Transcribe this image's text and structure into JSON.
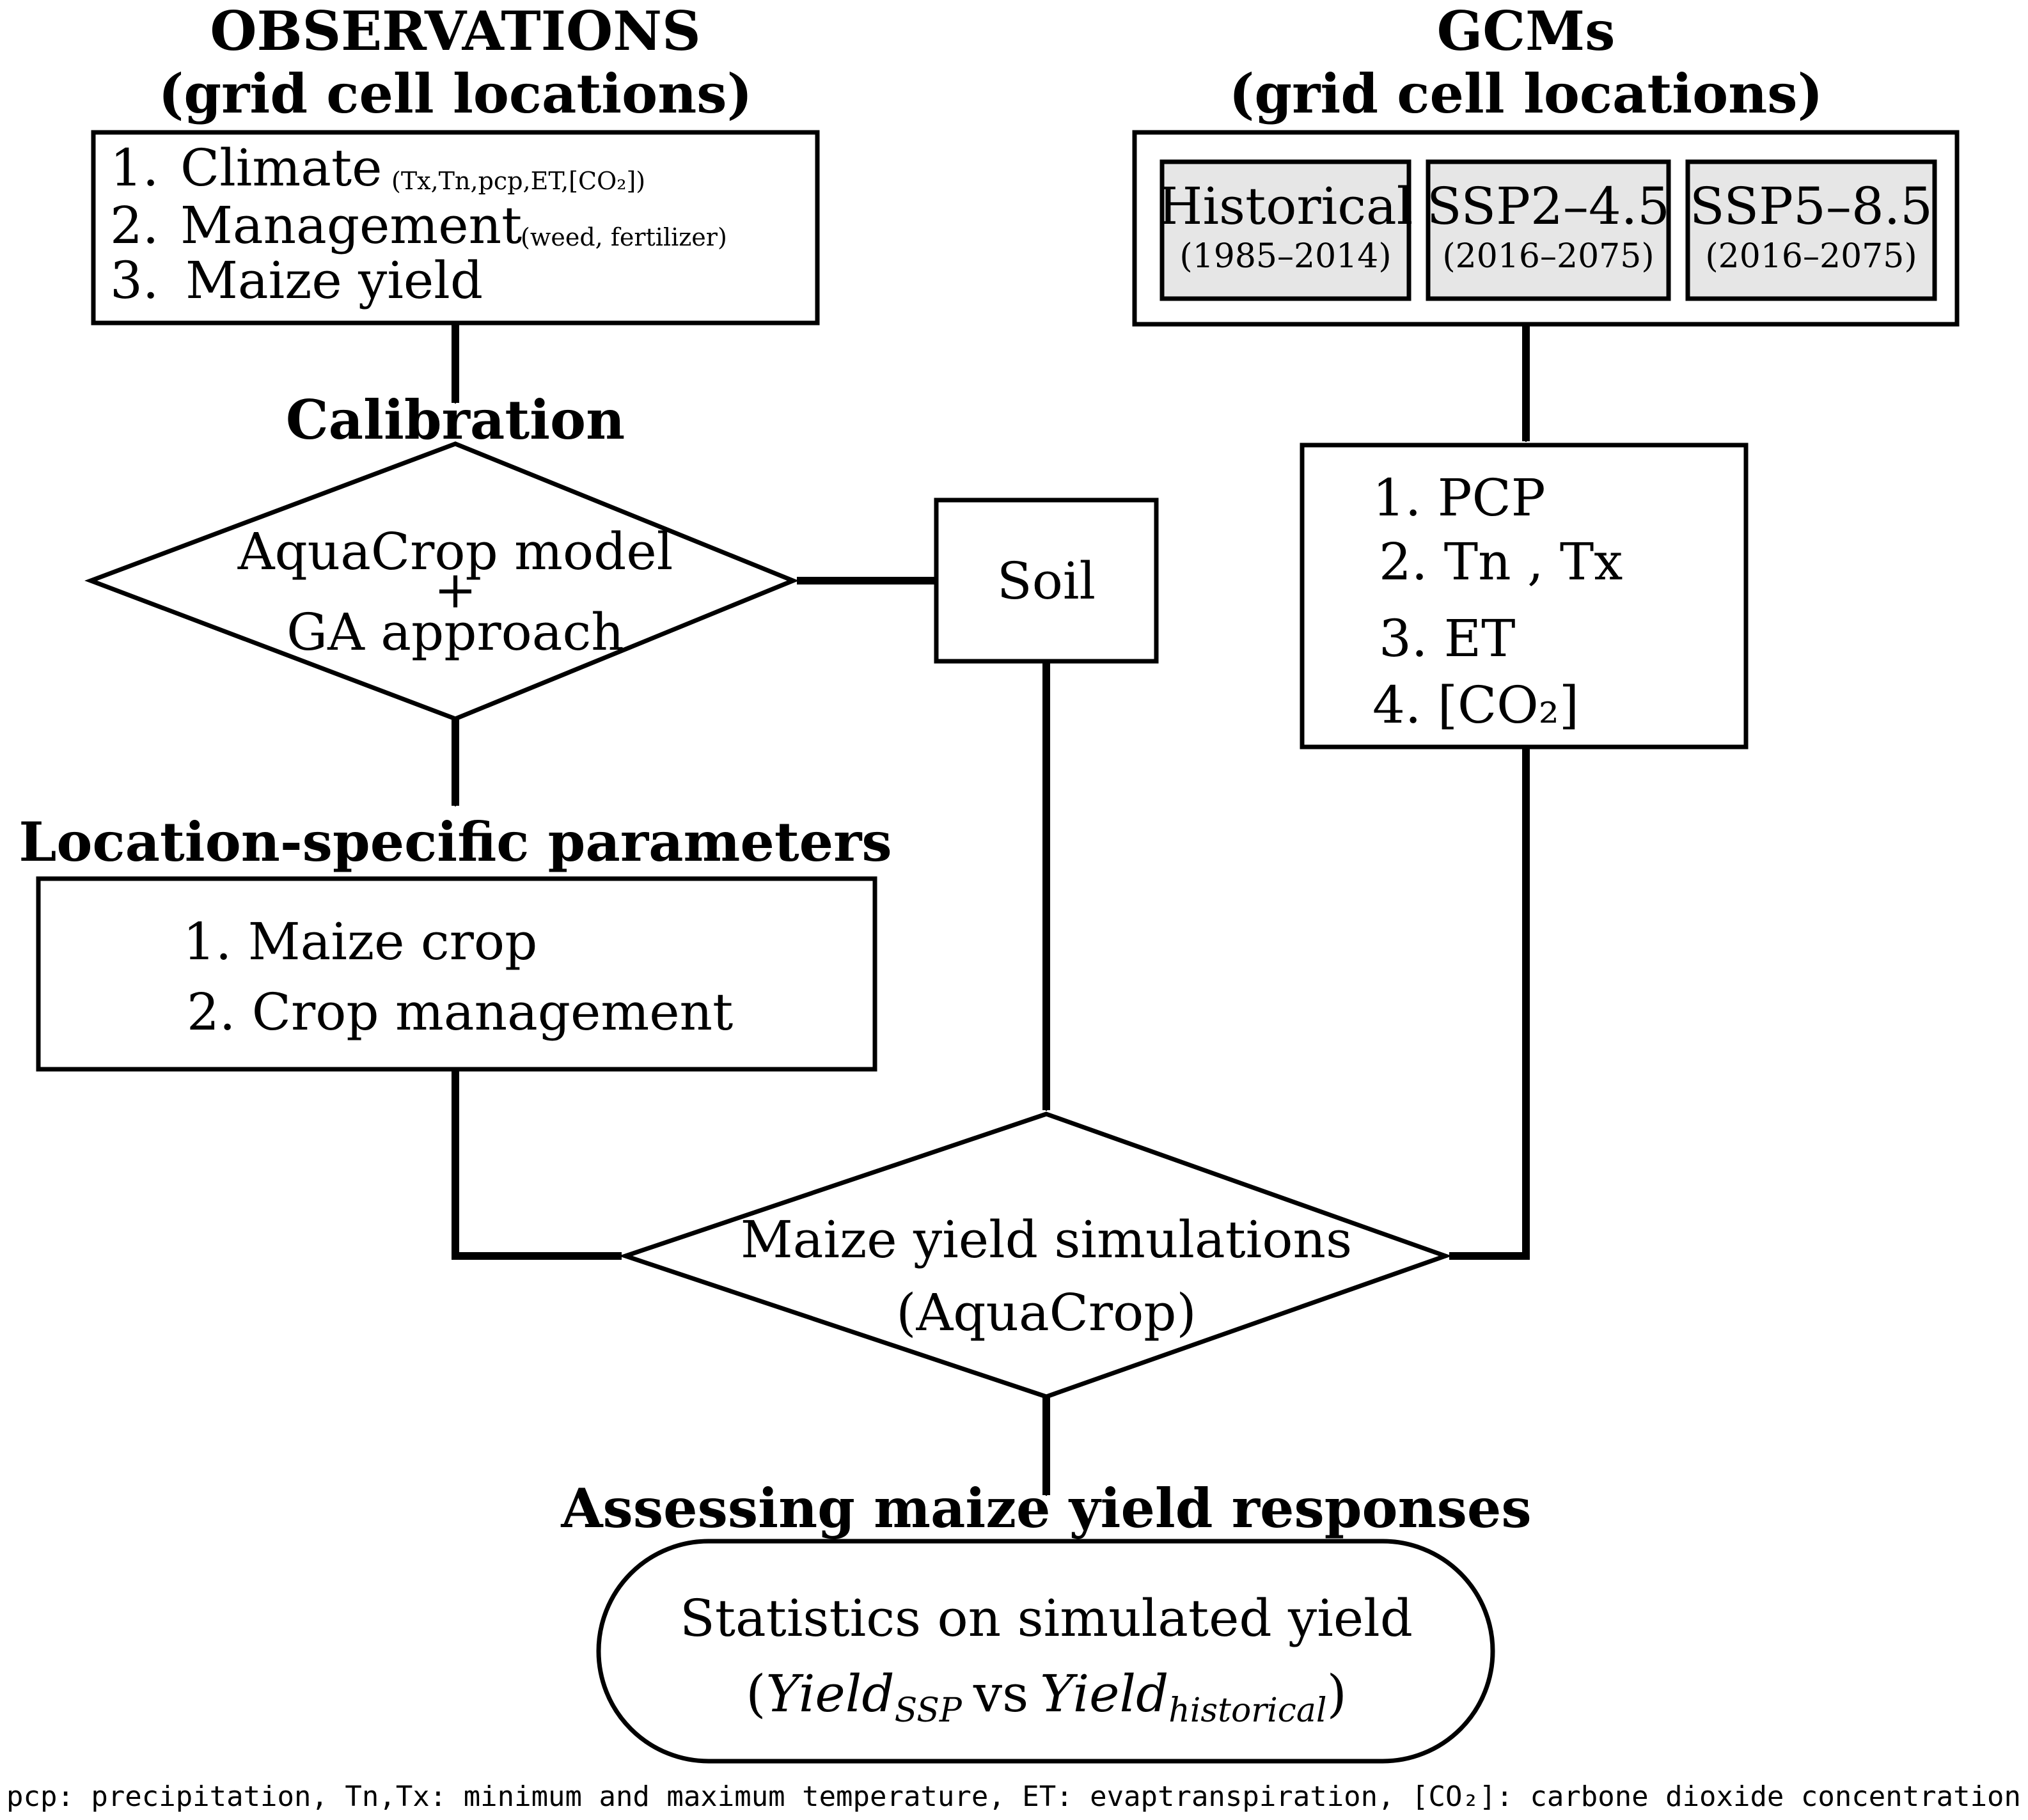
{
  "observations": {
    "title": "OBSERVATIONS",
    "subtitle": "(grid cell locations)",
    "items": [
      {
        "num": "1.",
        "label": "Climate",
        "detail": "Tx,Tn,pcp,ET,[CO₂]"
      },
      {
        "num": "2.",
        "label": "Management",
        "detail": "weed, fertilizer"
      },
      {
        "num": "3.",
        "label": "Maize yield",
        "detail": ""
      }
    ]
  },
  "gcms": {
    "title": "GCMs",
    "subtitle": "(grid cell locations)",
    "scenarios": [
      {
        "name": "Historical",
        "period": "(1985–2014)"
      },
      {
        "name": "SSP2–4.5",
        "period": "(2016–2075)"
      },
      {
        "name": "SSP5–8.5",
        "period": "(2016–2075)"
      }
    ],
    "variables": [
      "1. PCP",
      "2. Tn , Tx",
      "3. ET",
      "4. [CO₂]"
    ]
  },
  "calibration": {
    "title": "Calibration",
    "line1": "AquaCrop model",
    "line2": "+",
    "line3": "GA approach"
  },
  "soil": {
    "label": "Soil"
  },
  "parameters": {
    "title": "Location-specific parameters",
    "items": [
      "1. Maize crop",
      "2. Crop management"
    ]
  },
  "simulation": {
    "line1": "Maize yield simulations",
    "line2": "(AquaCrop)"
  },
  "assessment": {
    "title": "Assessing maize yield responses",
    "line1": "Statistics on simulated yield",
    "line2_open": "(",
    "yield1": "Yield",
    "sub1": "SSP",
    "vs": "vs",
    "yield2": "Yield",
    "sub2": "historical",
    "line2_close": ")"
  },
  "footnote": "pcp: precipitation, Tn,Tx: minimum and maximum temperature, ET: evaptranspiration, [CO₂]: carbone dioxide concentration",
  "colors": {
    "line": "#000000",
    "scenario_fill": "#e6e6e6",
    "background": "#ffffff"
  }
}
